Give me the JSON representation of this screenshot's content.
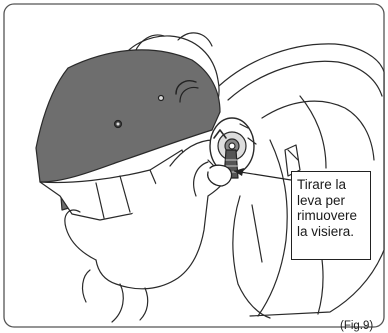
{
  "callout": {
    "lines": [
      "Tirare la",
      "leva per",
      "rimuovere",
      "la visiera."
    ]
  },
  "figure": {
    "label": "(Fig.9)"
  },
  "colors": {
    "visor_fill": "#6e6e6e",
    "outline": "#2a2a2a",
    "frame_border": "#555555",
    "background": "#ffffff"
  },
  "icons": [
    "lever-icon",
    "pointer-arrow-icon"
  ]
}
